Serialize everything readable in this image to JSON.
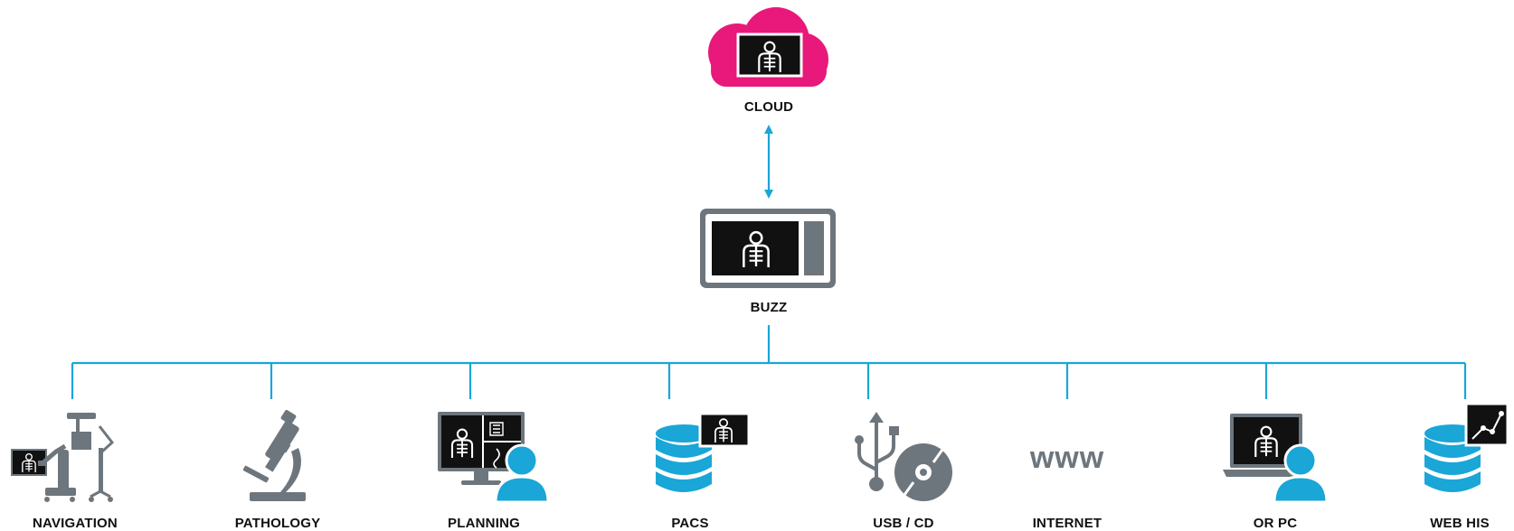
{
  "nodes": {
    "cloud": "CLOUD",
    "buzz": "BUZZ",
    "navigation": "NAVIGATION",
    "pathology": "PATHOLOGY",
    "planning": "PLANNING",
    "pacs": "PACS",
    "usb_cd": "USB / CD",
    "internet": "INTERNET",
    "or_pc": "OR PC",
    "web_his": "WEB HIS"
  },
  "internet_glyph": "www",
  "colors": {
    "connector": "#1aa6d6",
    "cloud": "#e8197a",
    "device_gray": "#6e767d",
    "accent_blue": "#1aa6d6",
    "screen": "#111111"
  },
  "icons": {
    "cloud": "cloud-icon",
    "buzz": "buzz-display-icon",
    "navigation": "navigation-cart-icon",
    "pathology": "microscope-icon",
    "planning": "planning-monitor-user-icon",
    "pacs": "database-xray-icon",
    "usb_cd": "usb-cd-icon",
    "internet": "www-icon",
    "or_pc": "laptop-user-icon",
    "web_his": "database-chart-icon"
  }
}
